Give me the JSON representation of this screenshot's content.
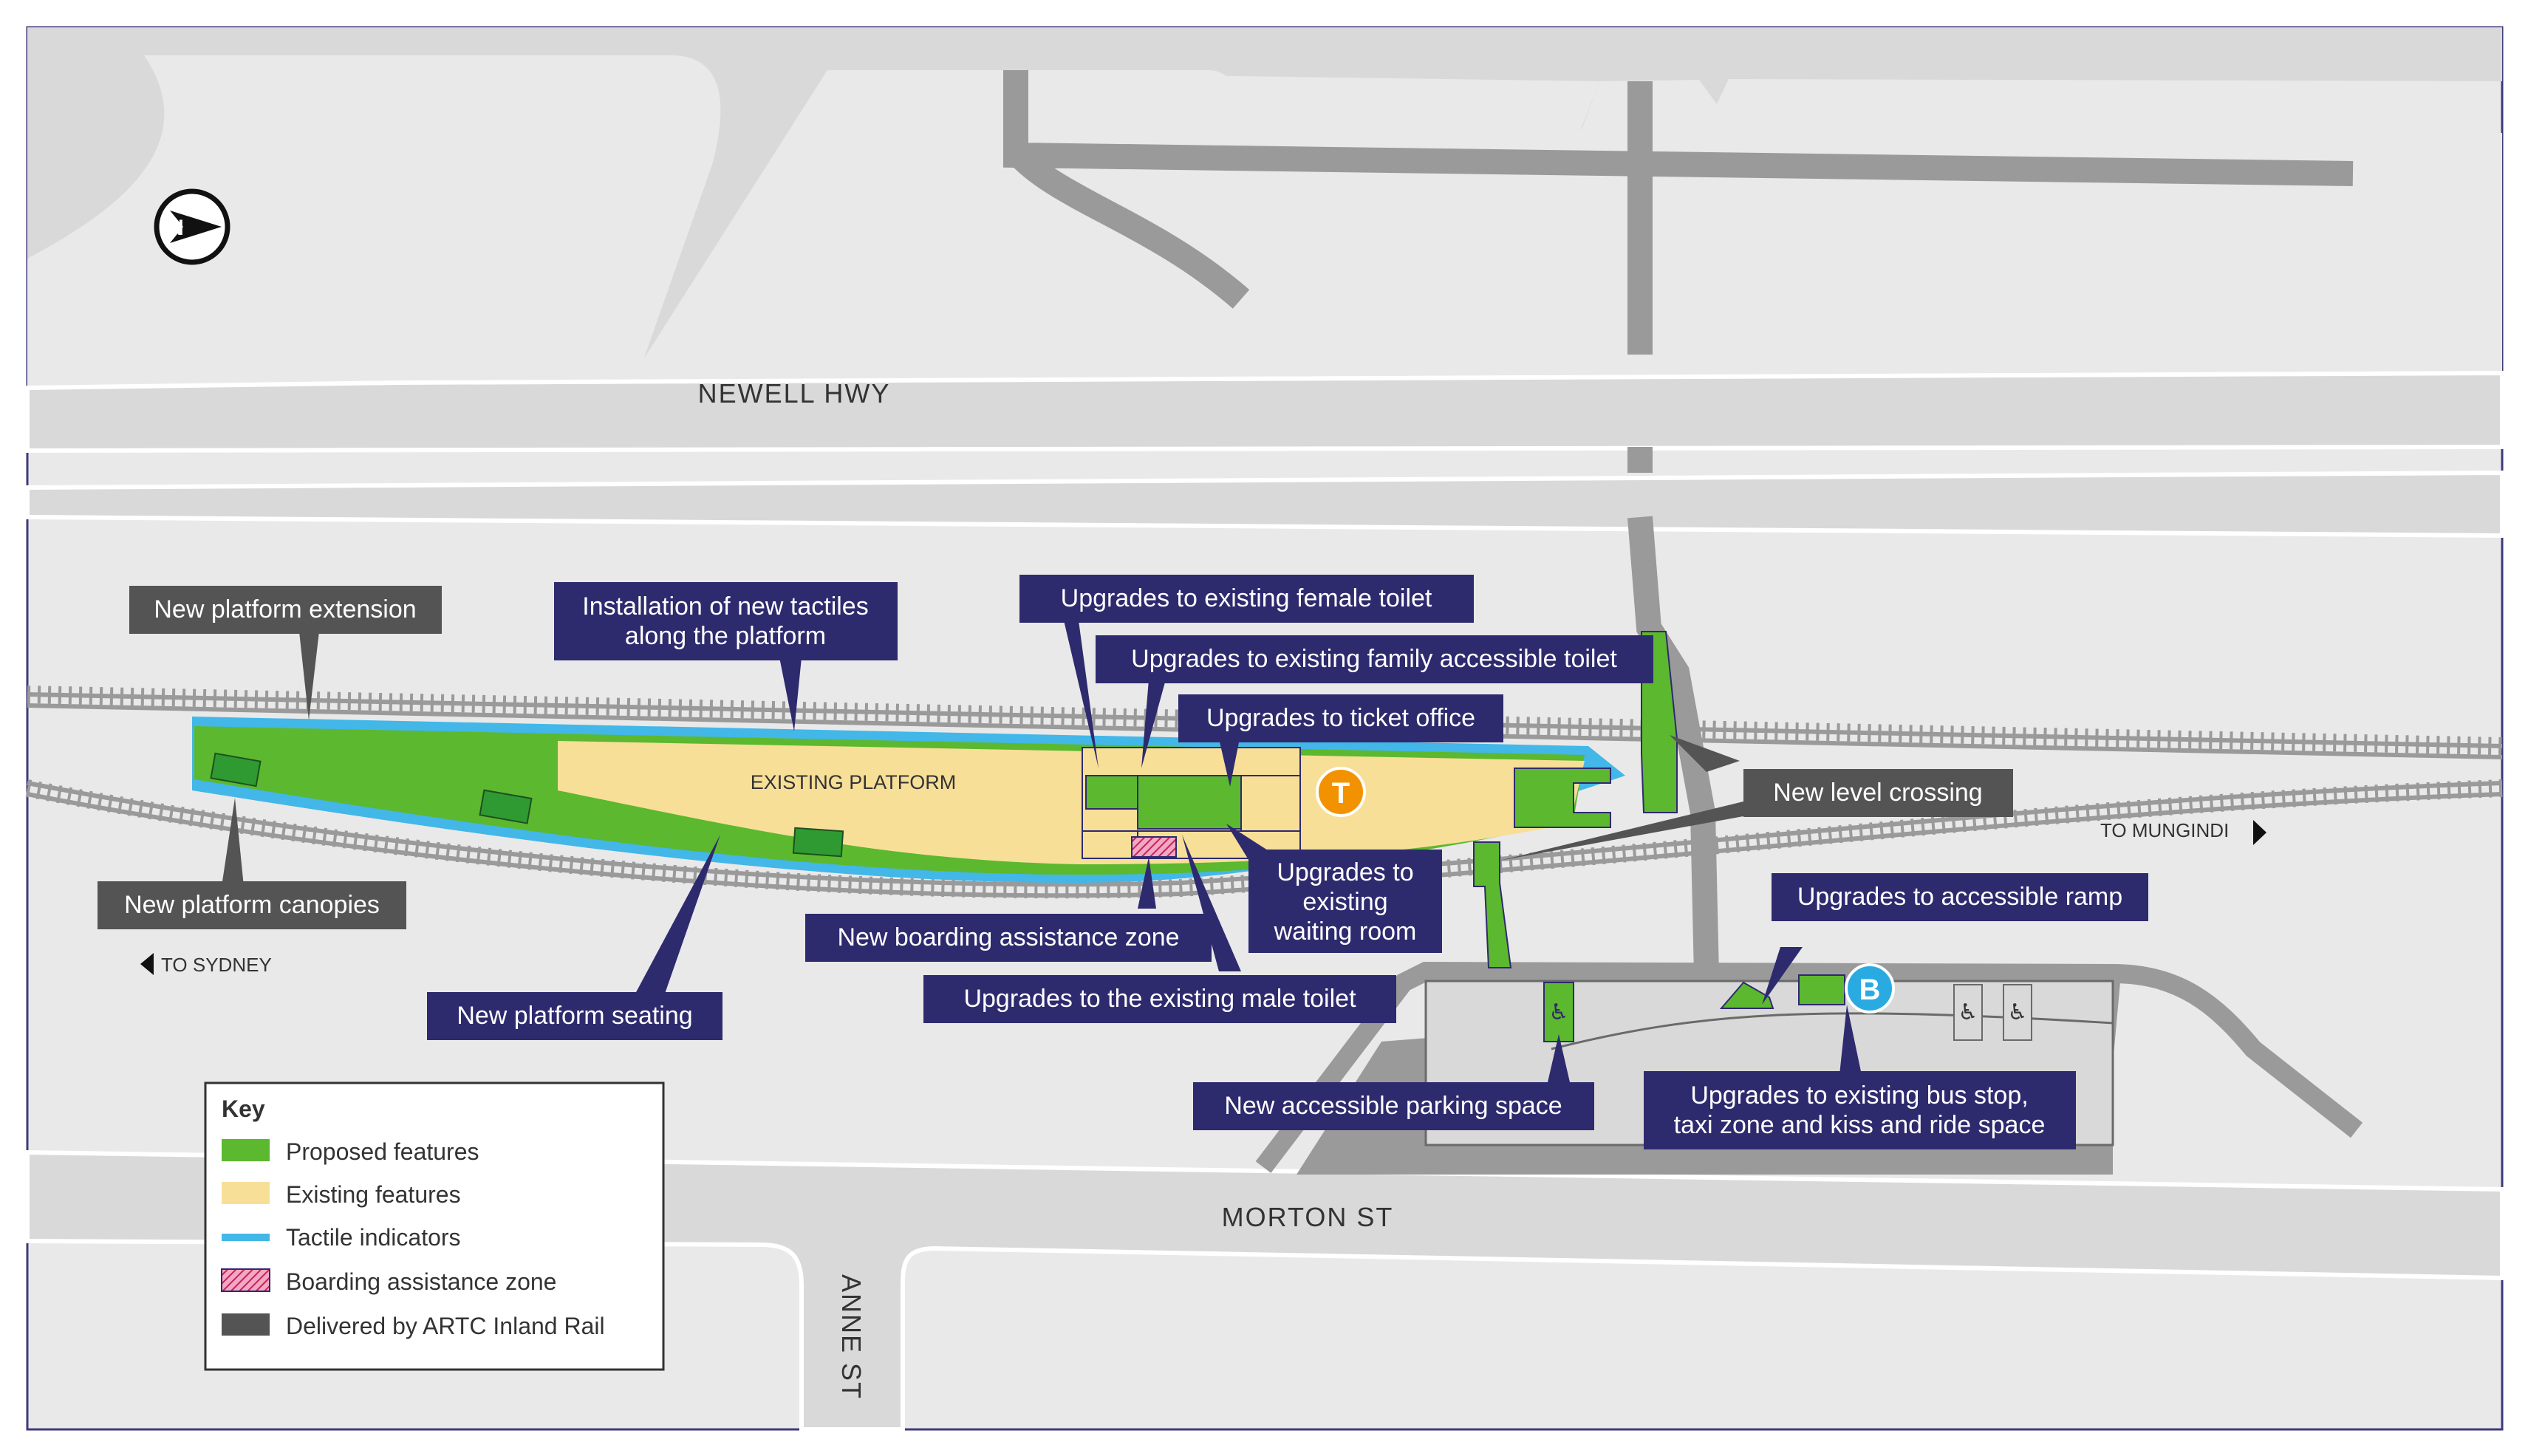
{
  "roads": {
    "newell_hwy": "NEWELL HWY",
    "morton_st": "MORTON ST",
    "anne_st": "ANNE ST"
  },
  "directions": {
    "to_sydney": "TO SYDNEY",
    "to_mungindi": "TO MUNGINDI"
  },
  "platform": {
    "label": "EXISTING PLATFORM"
  },
  "map_symbols": {
    "north_arrow": "N",
    "taxi_symbol": "T",
    "bus_symbol": "B",
    "accessible_icon": "wheelchair-icon"
  },
  "annotations": {
    "new_platform_extension": "New platform extension",
    "tactiles_line1": "Installation of new tactiles",
    "tactiles_line2": "along the platform",
    "female_toilet": "Upgrades to existing female toilet",
    "family_toilet": "Upgrades to existing family accessible toilet",
    "ticket_office": "Upgrades to ticket office",
    "level_crossing": "New level crossing",
    "canopies": "New platform canopies",
    "boarding_zone": "New boarding assistance zone",
    "waiting_line1": "Upgrades to",
    "waiting_line2": "existing",
    "waiting_line3": "waiting room",
    "accessible_ramp": "Upgrades to accessible ramp",
    "male_toilet": "Upgrades to the existing male toilet",
    "seating": "New platform seating",
    "parking": "New accessible parking space",
    "bus_line1": "Upgrades to existing bus stop,",
    "bus_line2": "taxi zone and kiss and ride space"
  },
  "legend": {
    "title": "Key",
    "items": [
      {
        "label": "Proposed features",
        "color": "#5cb82e"
      },
      {
        "label": "Existing features",
        "color": "#f7df98"
      },
      {
        "label": "Tactile indicators",
        "color": "#42b7e8"
      },
      {
        "label": "Boarding assistance zone",
        "color": "#e0457b"
      },
      {
        "label": "Delivered by ARTC Inland Rail",
        "color": "#545454"
      }
    ]
  },
  "colors": {
    "proposed": "#5cb82e",
    "existing": "#f7df98",
    "tactile": "#42b7e8",
    "boarding": "#e0457b",
    "artc": "#545454",
    "annotation": "#2e2a6e",
    "taxi": "#f39200",
    "bus": "#29abe2"
  }
}
